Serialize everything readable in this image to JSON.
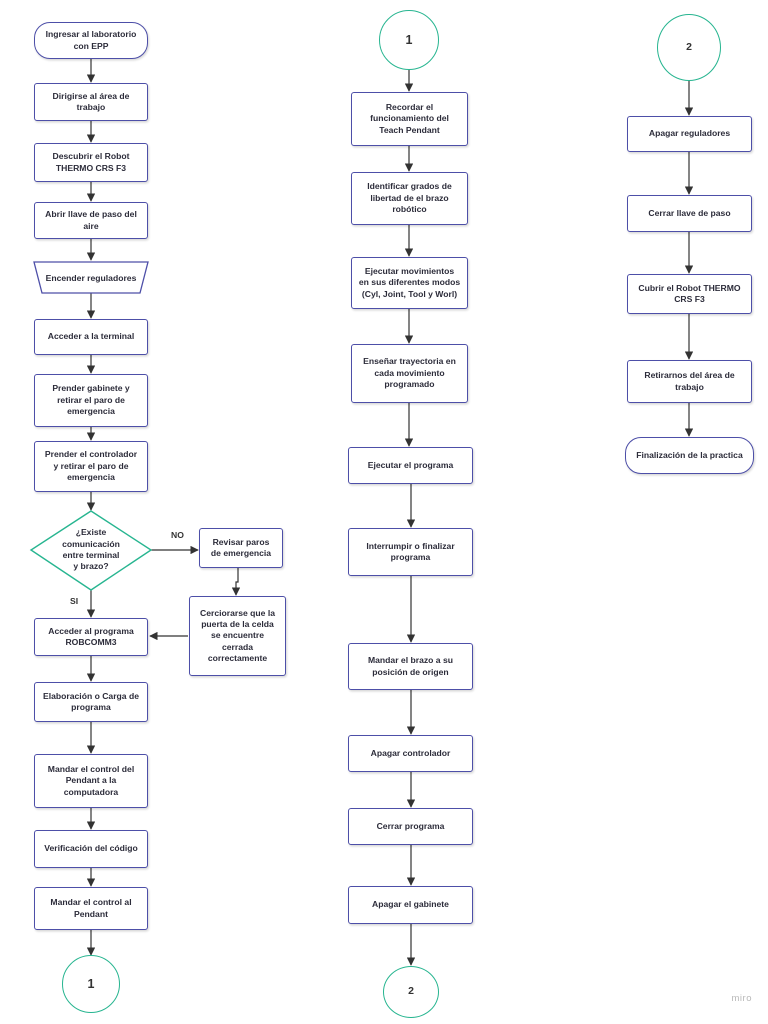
{
  "colors": {
    "box_border": "#4d4fa8",
    "connector_border": "#27b590",
    "arrow": "#333333"
  },
  "column1": {
    "start": "Ingresar al laboratorio\ncon EPP",
    "steps": [
      "Dirigirse al área de\ntrabajo",
      "Descubrir el Robot\nTHERMO CRS F3",
      "Abrir llave de paso del\naire",
      "Encender reguladores",
      "Acceder a la terminal",
      "Prender gabinete y\nretirar el paro de\nemergencia",
      "Prender el controlador\ny retirar el paro de\nemergencia"
    ],
    "decision": "¿Existe\ncomunicación\nentre terminal\ny brazo?",
    "label_no": "NO",
    "label_si": "SI",
    "branch": [
      "Revisar paros\nde emergencia",
      "Cerciorarse que la\npuerta de la celda\nse encuentre\ncerrada\ncorrectamente"
    ],
    "after": [
      "Acceder al programa\nROBCOMM3",
      "Elaboración o Carga de\nprograma",
      "Mandar el control del\nPendant a la\ncomputadora",
      "Verificación del código",
      "Mandar el control al\nPendant"
    ],
    "connector_end": "1"
  },
  "column2": {
    "connector_start": "1",
    "steps": [
      "Recordar el\nfuncionamiento del\nTeach Pendant",
      "Identificar grados de\nlibertad de el brazo\nrobótico",
      "Ejecutar movimientos\nen sus diferentes modos\n(Cyl, Joint, Tool y Worl)",
      "Enseñar trayectoria en\ncada movimiento\nprogramado",
      "Ejecutar el programa",
      "Interrumpir o finalizar\nprograma",
      "Mandar el brazo a su\nposición de origen",
      "Apagar controlador",
      "Cerrar programa",
      "Apagar el gabinete"
    ],
    "connector_end": "2"
  },
  "column3": {
    "connector_start": "2",
    "steps": [
      "Apagar reguladores",
      "Cerrar llave de paso",
      "Cubrir el Robot THERMO\nCRS F3",
      "Retirarnos del área de\ntrabajo"
    ],
    "end": "Finalización de la practica"
  },
  "brand": "miro"
}
